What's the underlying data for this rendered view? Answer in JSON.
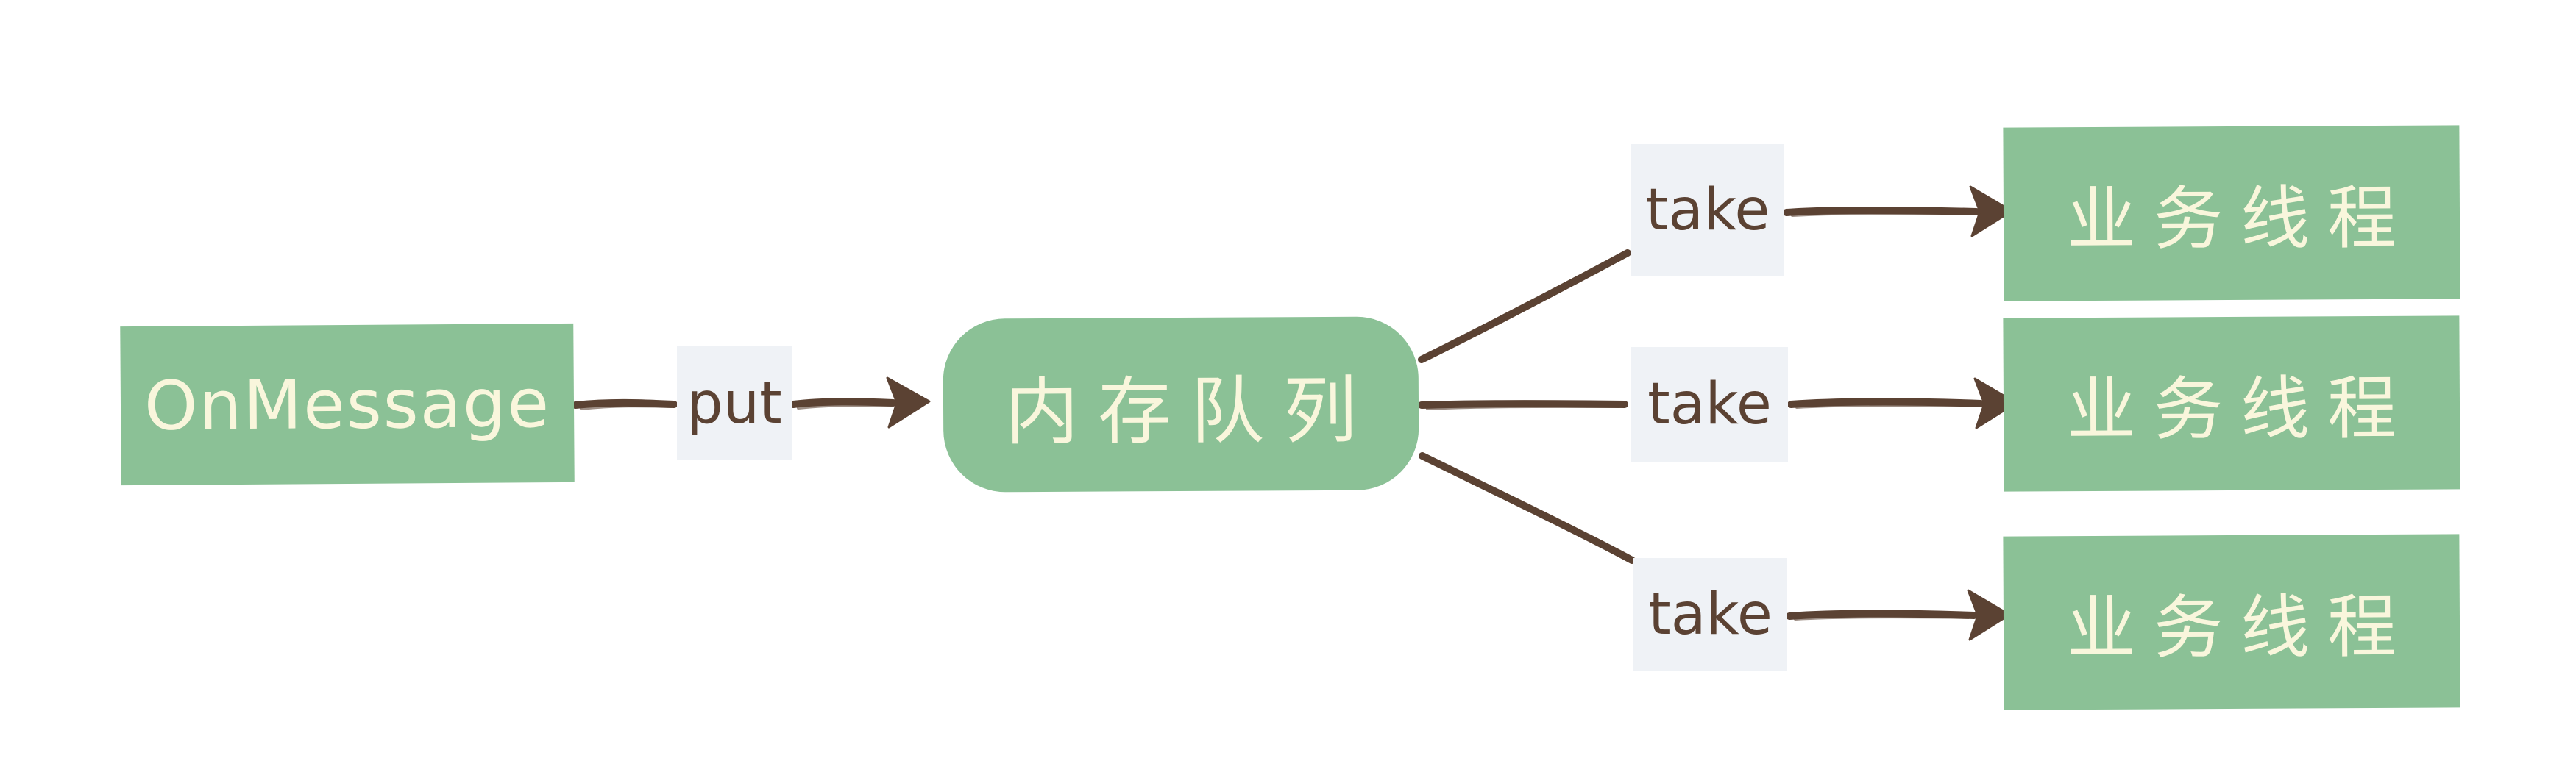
{
  "diagram": {
    "colors": {
      "node-fill": "#8BC196",
      "node-text": "#F9F6DC",
      "arrow": "#5B4233",
      "label-bg": "#EFF2F6",
      "label-text": "#5B4233"
    },
    "nodes": {
      "producer": {
        "label": "OnMessage"
      },
      "queue": {
        "label": "内存队列"
      },
      "workers": [
        {
          "label": "业务线程"
        },
        {
          "label": "业务线程"
        },
        {
          "label": "业务线程"
        }
      ]
    },
    "edge_labels": {
      "put": "put",
      "takes": [
        "take",
        "take",
        "take"
      ]
    }
  }
}
